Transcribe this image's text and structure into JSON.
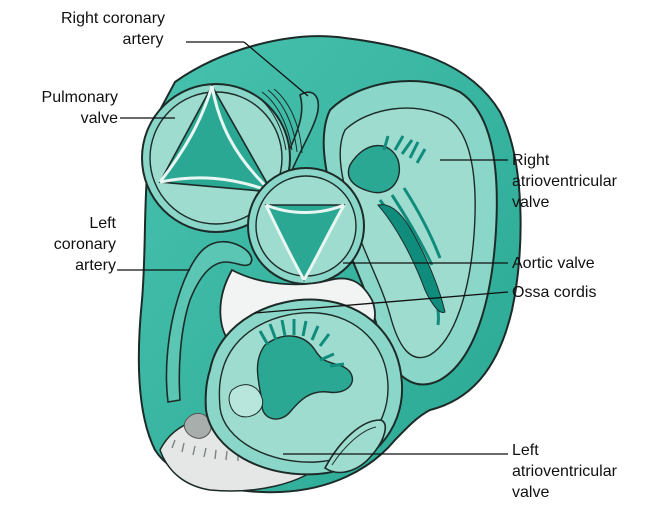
{
  "labels": {
    "right_coronary_artery": [
      "Right coronary",
      "artery"
    ],
    "pulmonary_valve": [
      "Pulmonary",
      "valve"
    ],
    "left_coronary_artery": [
      "Left",
      "coronary",
      "artery"
    ],
    "right_av_valve": [
      "Right",
      "atrioventricular",
      "valve"
    ],
    "aortic_valve": "Aortic valve",
    "ossa_cordis": "Ossa cordis",
    "left_av_valve": [
      "Left",
      "atrioventricular",
      "valve"
    ]
  },
  "colors": {
    "tissue_main": "#36b8a4",
    "tissue_light": "#86d4c6",
    "tissue_dark": "#0f8c7c",
    "skeleton": "#f2f4f3",
    "outline": "#1d2b28",
    "label_text": "#111111",
    "leader_line": "#111111"
  }
}
